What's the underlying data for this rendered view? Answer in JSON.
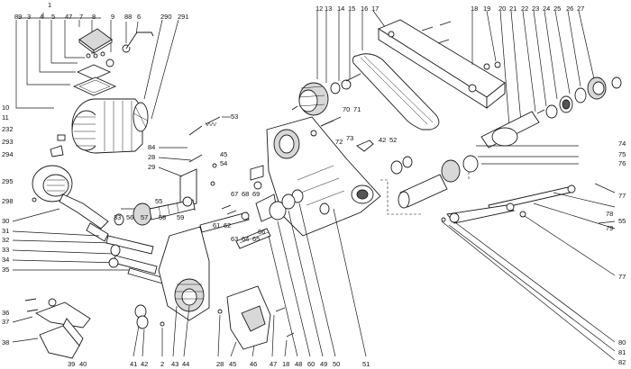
{
  "callouts": {
    "top_row": [
      "1",
      "89",
      "3",
      "4",
      "5",
      "47",
      "7",
      "8",
      "9",
      "88",
      "6",
      "290",
      "291",
      "12",
      "13",
      "14",
      "15",
      "16",
      "17",
      "18",
      "19",
      "20",
      "21",
      "22",
      "23",
      "24",
      "25",
      "26",
      "27"
    ],
    "left_column": [
      "10",
      "11",
      "232",
      "293",
      "294",
      "295",
      "298",
      "30",
      "31",
      "32",
      "33",
      "34",
      "35",
      "36",
      "37",
      "38"
    ],
    "bottom_row": [
      "39",
      "40",
      "41",
      "42",
      "2",
      "43",
      "44",
      "28",
      "45",
      "46",
      "47",
      "18",
      "48",
      "60",
      "49",
      "50",
      "51"
    ],
    "right_column": [
      "74",
      "75",
      "76",
      "77",
      "78",
      "55",
      "79",
      "77",
      "80",
      "81",
      "82"
    ],
    "scattered": [
      "53",
      "84",
      "28",
      "29",
      "45",
      "54",
      "67",
      "68",
      "69",
      "70",
      "71",
      "72",
      "73",
      "42",
      "52",
      "55",
      "33",
      "56",
      "57",
      "58",
      "59",
      "61",
      "62",
      "63",
      "64",
      "65",
      "66"
    ]
  }
}
